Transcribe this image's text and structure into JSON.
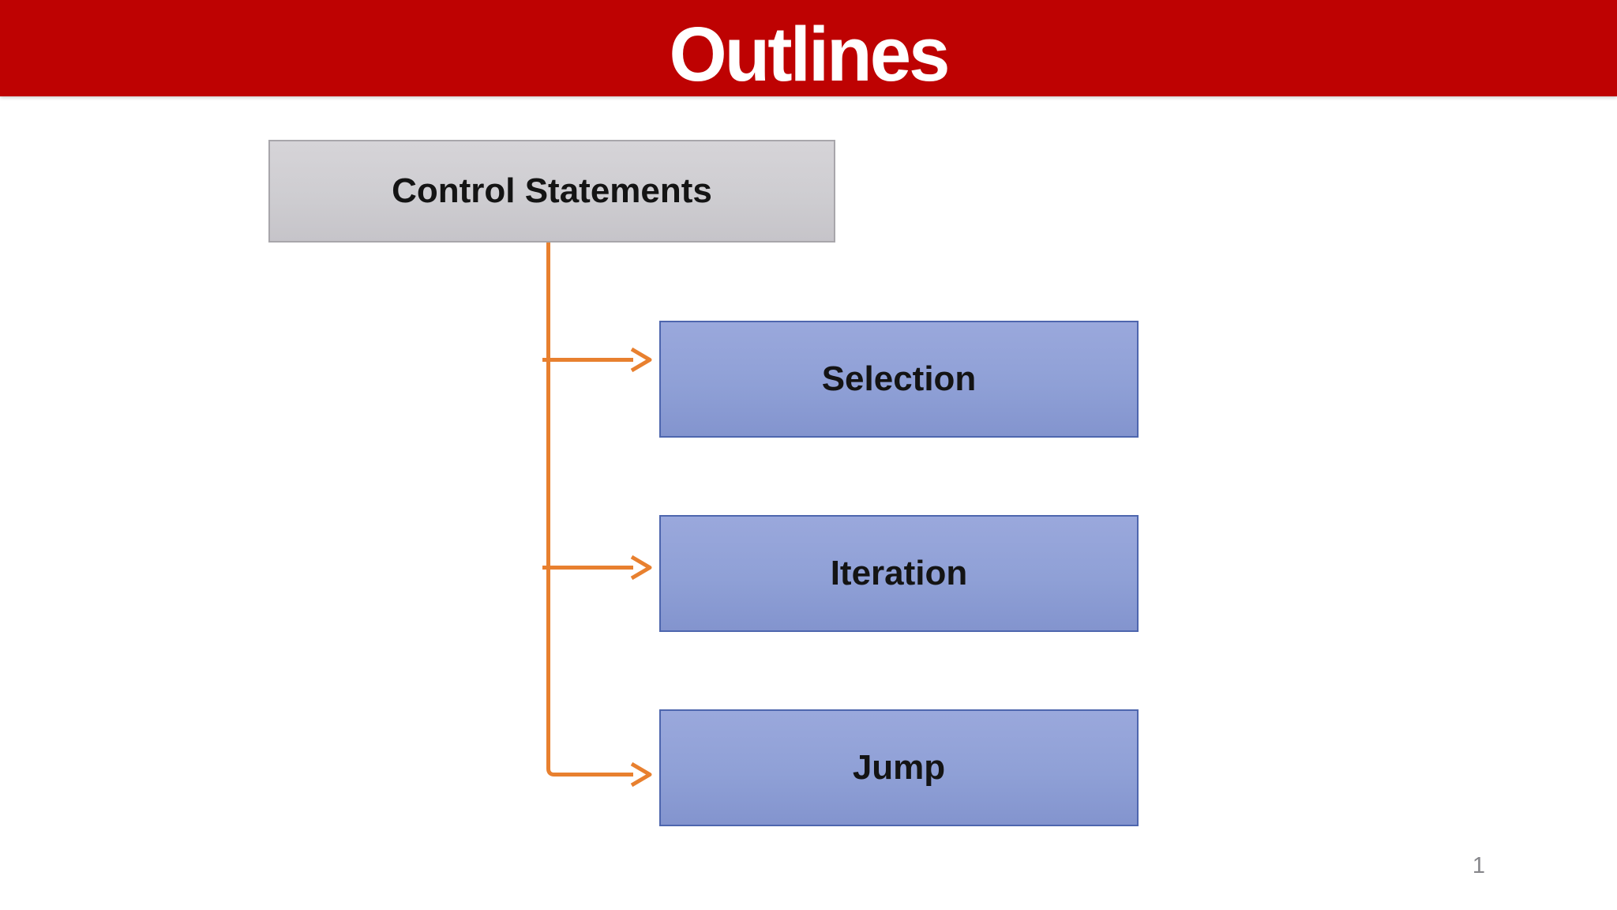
{
  "slide": {
    "title": "Outlines",
    "page_number": "1",
    "colors": {
      "banner_red": "#be0202",
      "root_border": "#a8a6ab",
      "root_fill_top": "#d6d4d8",
      "root_fill_bottom": "#c6c4c9",
      "child_border": "#4e66ae",
      "child_fill_top": "#9aa8dc",
      "child_fill_bottom": "#8394ce",
      "connector_orange": "#e8802f",
      "page_number_gray": "#87878b"
    },
    "diagram": {
      "root": {
        "label": "Control Statements"
      },
      "children": [
        {
          "label": "Selection"
        },
        {
          "label": "Iteration"
        },
        {
          "label": "Jump"
        }
      ]
    }
  }
}
